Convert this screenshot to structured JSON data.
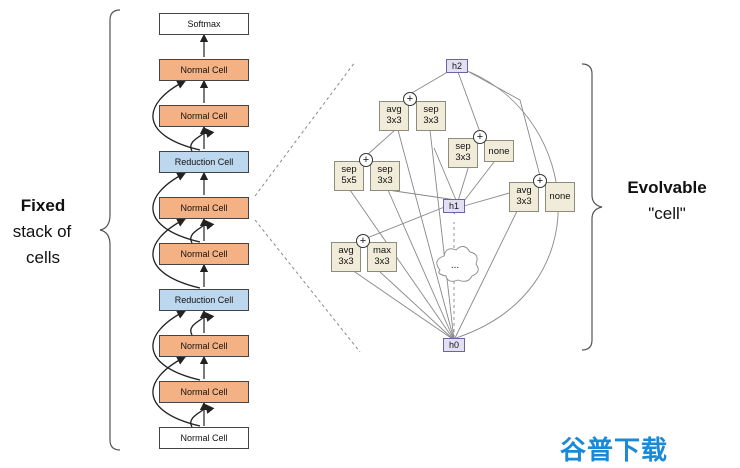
{
  "stack": {
    "cells": [
      "Softmax",
      "Normal Cell",
      "Normal Cell",
      "Reduction Cell",
      "Normal Cell",
      "Normal Cell",
      "Reduction Cell",
      "Normal Cell",
      "Normal Cell",
      "Normal Cell"
    ]
  },
  "labels": {
    "fixed": "Fixed",
    "stack_of": "stack of",
    "cells": "cells",
    "evolvable": "Evolvable",
    "cell_quote": "\"cell\""
  },
  "nodes": {
    "h0": "h0",
    "h1": "h1",
    "h2": "h2",
    "ellipsis": "..."
  },
  "ops": {
    "avg1": "avg\n3x3",
    "sep1": "sep\n3x3",
    "sep2": "sep\n3x3",
    "none1": "none",
    "sep5": "sep\n5x5",
    "sep3": "sep\n3x3",
    "avg2": "avg\n3x3",
    "none2": "none",
    "avg3": "avg\n3x3",
    "max": "max\n3x3"
  },
  "plus_symbol": "+",
  "watermark": "谷普下载",
  "colors": {
    "normal": "#f4b183",
    "reduction": "#bdd7ee",
    "op_fill": "#f1ecd9",
    "node_fill": "#e3e0f4",
    "watermark": "#1a8ad6"
  }
}
